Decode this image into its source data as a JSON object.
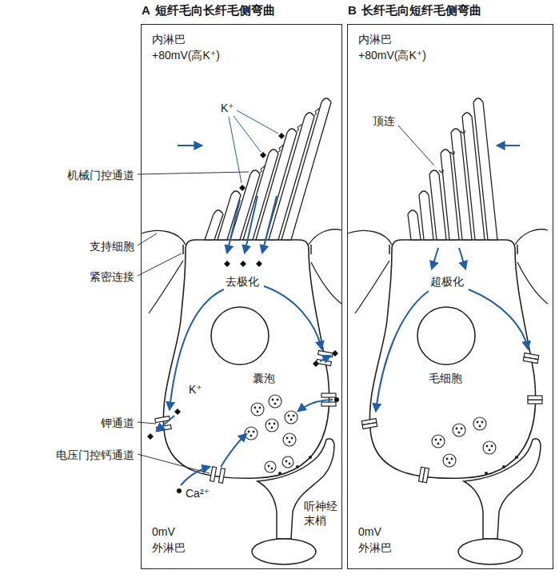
{
  "diagram": {
    "nodes": [
      {
        "text": [
          "A",
          "短纤毛向长纤毛侧弯曲"
        ]
      },
      {
        "text": [
          "B",
          "长纤毛向短纤毛侧弯曲"
        ]
      }
    ],
    "labels": [
      "内淋巴",
      "+80mV(高K⁺)",
      "K⁺",
      "机械门控通道",
      "支持细胞",
      "紧密连接",
      "去极化",
      "囊泡",
      "K⁺",
      "钾通道",
      "电压门控钙通道",
      "Ca²⁺",
      "听神经末梢",
      "0mV",
      "外淋巴",
      "内淋巴",
      "+80mV(高K⁺)",
      "顶连",
      "超极化",
      "毛细胞",
      "0mV",
      "外淋巴"
    ]
  }
}
